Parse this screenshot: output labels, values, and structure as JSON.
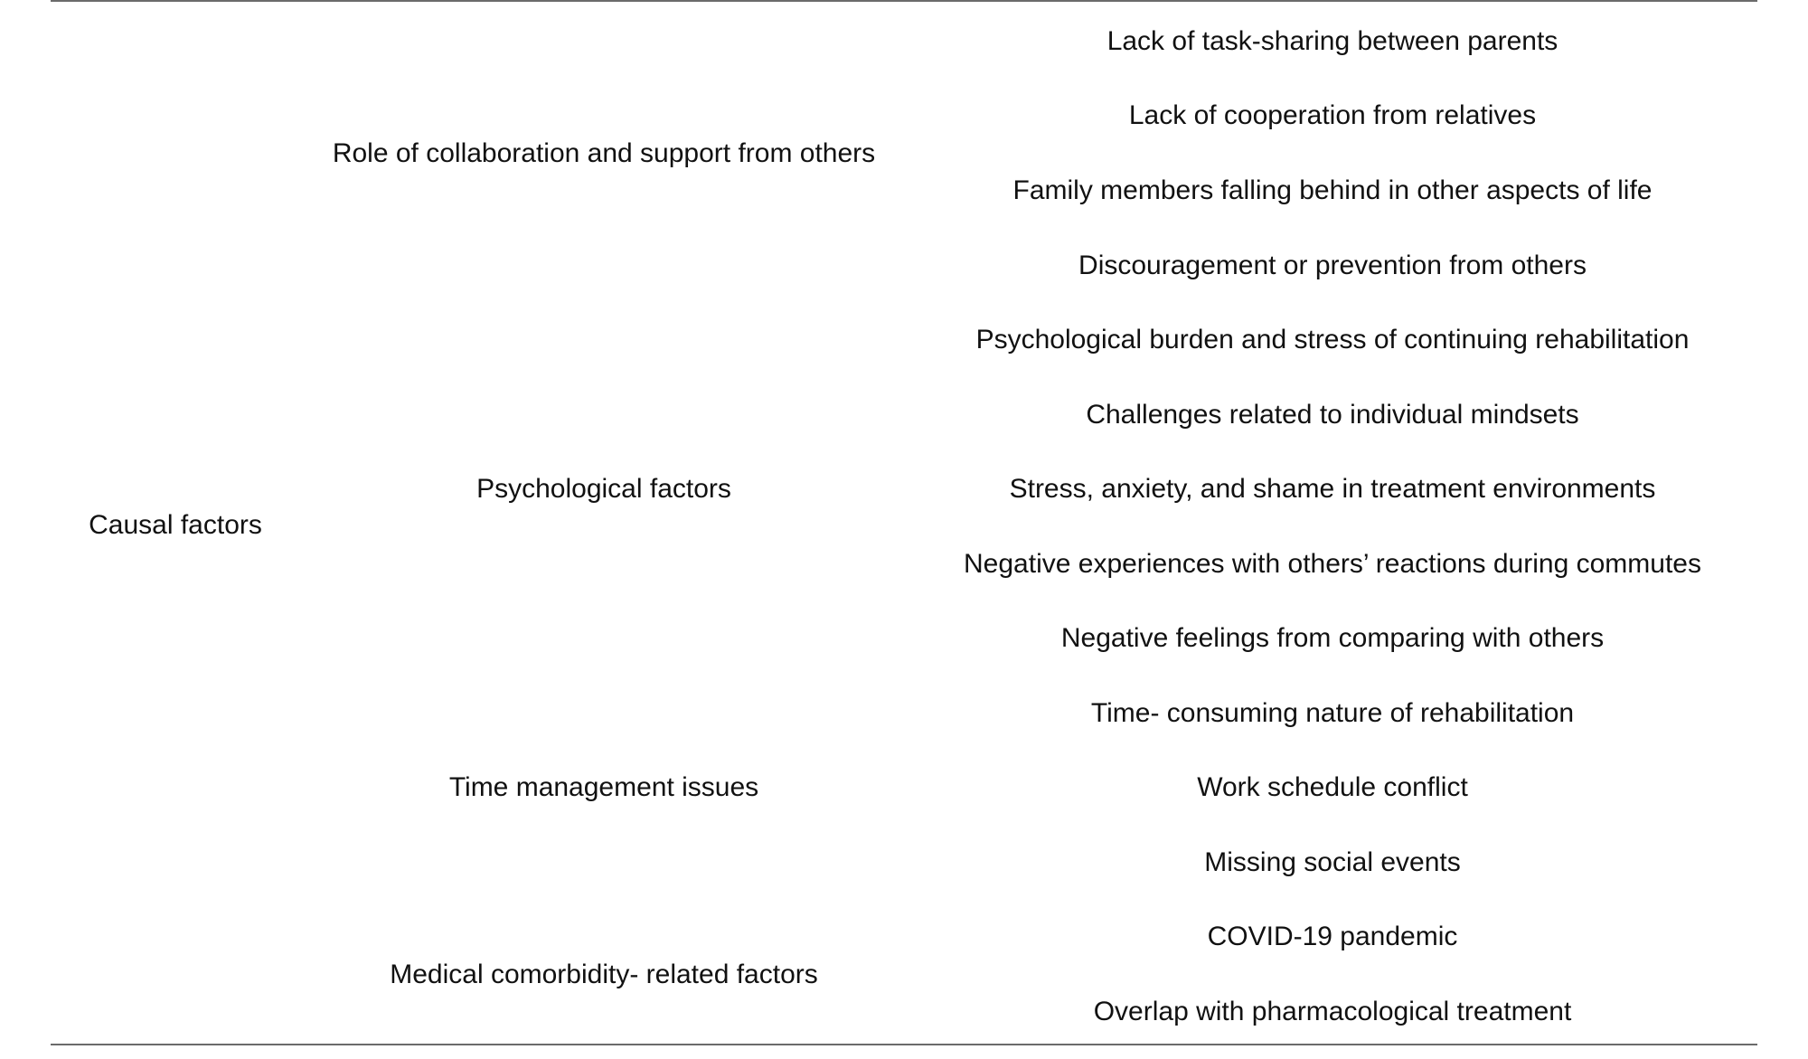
{
  "table": {
    "category": "Causal factors",
    "subcategories": [
      "Role of collaboration and support from others",
      "Psychological factors",
      "Time management issues",
      "Medical comorbidity- related factors"
    ],
    "items": [
      "Lack of task-sharing between parents",
      "Lack of cooperation from relatives",
      "Family members falling behind in other aspects of life",
      "Discouragement or prevention from others",
      "Psychological burden and stress of continuing rehabilitation",
      "Challenges related to individual mindsets",
      "Stress, anxiety, and shame in treatment environments",
      "Negative experiences with others’ reactions during commutes",
      "Negative feelings from comparing with others",
      "Time- consuming nature of rehabilitation",
      "Work schedule conflict",
      "Missing social events",
      "COVID-19 pandemic",
      "Overlap with pharmacological treatment"
    ]
  }
}
